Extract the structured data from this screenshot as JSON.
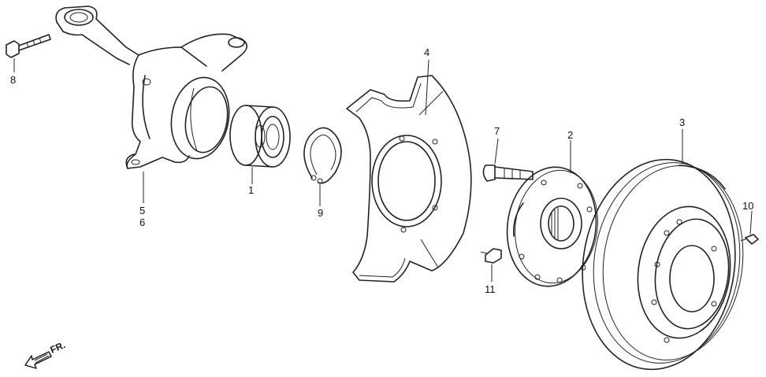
{
  "callouts": {
    "c1": "1",
    "c2": "2",
    "c3": "3",
    "c4": "4",
    "c5": "5",
    "c6": "6",
    "c7": "7",
    "c8": "8",
    "c9": "9",
    "c10": "10",
    "c11": "11"
  },
  "direction": {
    "label": "FR."
  }
}
